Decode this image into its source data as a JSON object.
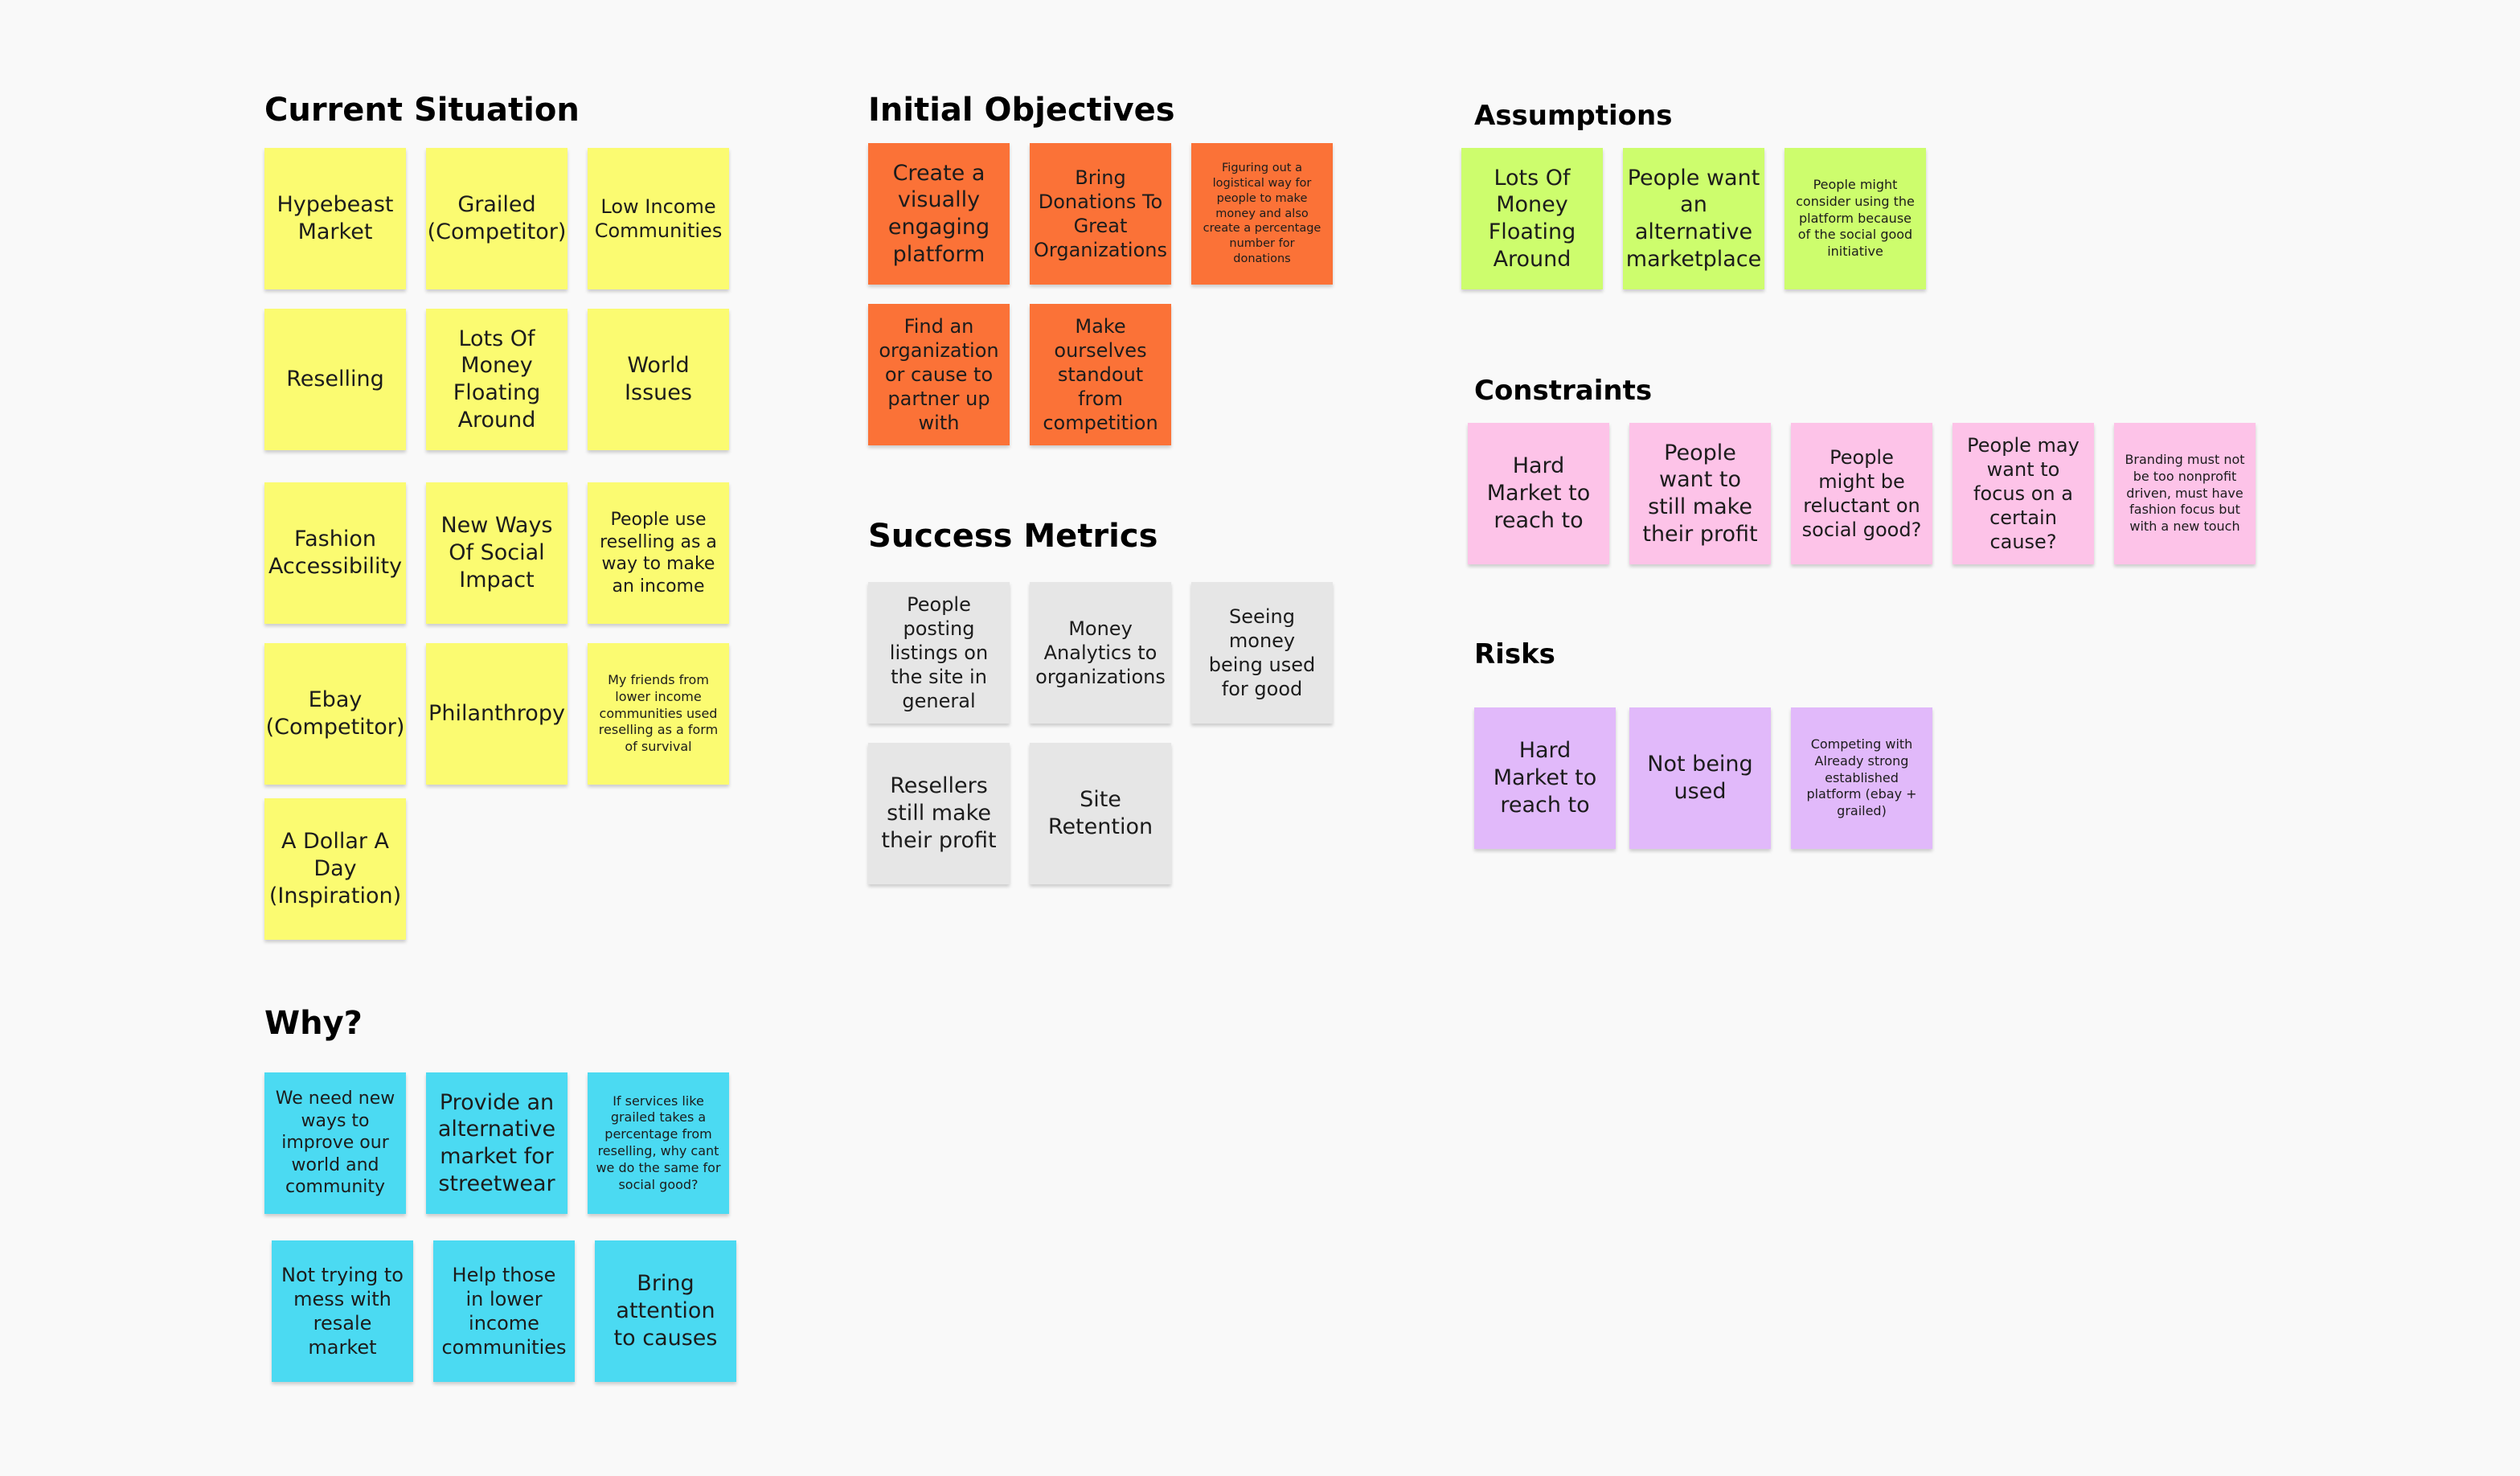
{
  "colors": {
    "background": "#f9f9f9",
    "yellow": "#fbfb71",
    "orange": "#fb7237",
    "gray": "#e6e6e6",
    "green": "#cdfd6d",
    "pink": "#fdc3e8",
    "purple": "#e1b9fa",
    "cyan": "#4bdaf2"
  },
  "sections": {
    "current_situation": {
      "title": "Current Situation",
      "notes": [
        "Hypebeast Market",
        "Grailed (Competitor)",
        "Low Income Communities",
        "Reselling",
        "Lots Of Money Floating Around",
        "World Issues",
        "Fashion Accessibility",
        "New Ways Of Social Impact",
        "People use reselling as a way to make an income",
        "Ebay (Competitor)",
        "Philanthropy",
        "My friends from lower income communities used reselling as a form of survival",
        "A Dollar A Day (Inspiration)"
      ]
    },
    "initial_objectives": {
      "title": "Initial Objectives",
      "notes": [
        "Create a visually engaging platform",
        "Bring Donations To Great Organizations",
        "Figuring out a logistical way for people to make money and also create a percentage number for donations",
        "Find an organization or cause to partner up with",
        "Make ourselves standout from competition"
      ]
    },
    "success_metrics": {
      "title": "Success Metrics",
      "notes": [
        "People posting listings on the site in general",
        "Money Analytics to organizations",
        "Seeing money being used for good",
        "Resellers still make their profit",
        "Site Retention"
      ]
    },
    "assumptions": {
      "title": "Assumptions",
      "notes": [
        "Lots Of Money Floating Around",
        "People want an alternative marketplace",
        "People might consider using the platform because of the social good initiative"
      ]
    },
    "constraints": {
      "title": "Constraints",
      "notes": [
        "Hard Market to reach to",
        "People want to still make their profit",
        "People might be reluctant on social good?",
        "People may want to focus on a certain cause?",
        "Branding must not be too nonprofit driven, must have fashion focus but with a new touch"
      ]
    },
    "risks": {
      "title": "Risks",
      "notes": [
        "Hard Market to reach to",
        "Not being used",
        "Competing with Already strong established platform (ebay + grailed)"
      ]
    },
    "why": {
      "title": "Why?",
      "notes": [
        "We need new ways to improve our world and community",
        "Provide an alternative market for streetwear",
        "If services like grailed takes a percentage from reselling, why cant we do the same for social good?",
        "Not trying to mess with resale market",
        "Help those in lower income communities",
        "Bring attention to causes"
      ]
    }
  }
}
